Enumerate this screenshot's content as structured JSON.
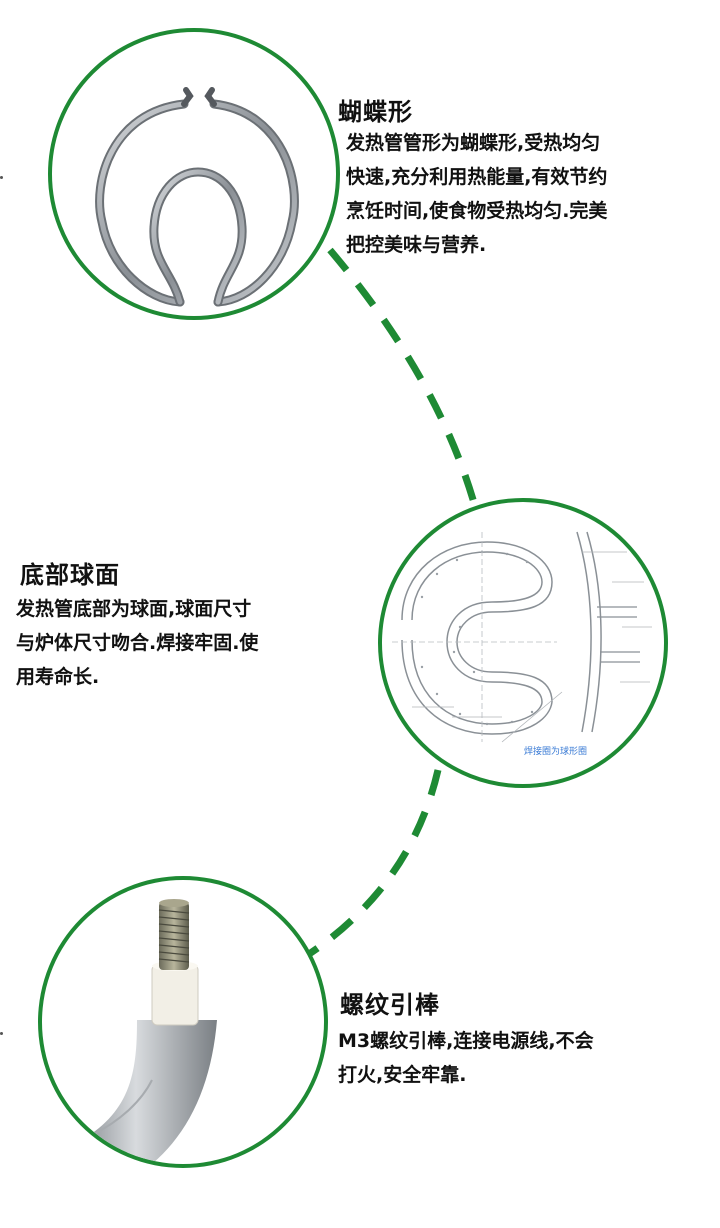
{
  "sections": [
    {
      "title": "蝴蝶形",
      "lines": [
        "发热管管形为蝴蝶形,受热均匀",
        "快速,充分利用热能量,有效节约",
        "烹饪时间,使食物受热均匀.完美",
        "把控美味与营养."
      ]
    },
    {
      "title": "底部球面",
      "lines": [
        "发热管底部为球面,球面尺寸",
        "与炉体尺寸吻合.焊接牢固.使",
        "用寿命长."
      ]
    },
    {
      "title": "螺纹引棒",
      "lines": [
        "M3螺纹引棒,连接电源线,不会",
        "打火,安全牢靠."
      ]
    }
  ],
  "drawing_caption": "焊接圈为球形圈",
  "colors": {
    "accent": "#1e8a34",
    "text": "#111111",
    "background": "#ffffff"
  }
}
